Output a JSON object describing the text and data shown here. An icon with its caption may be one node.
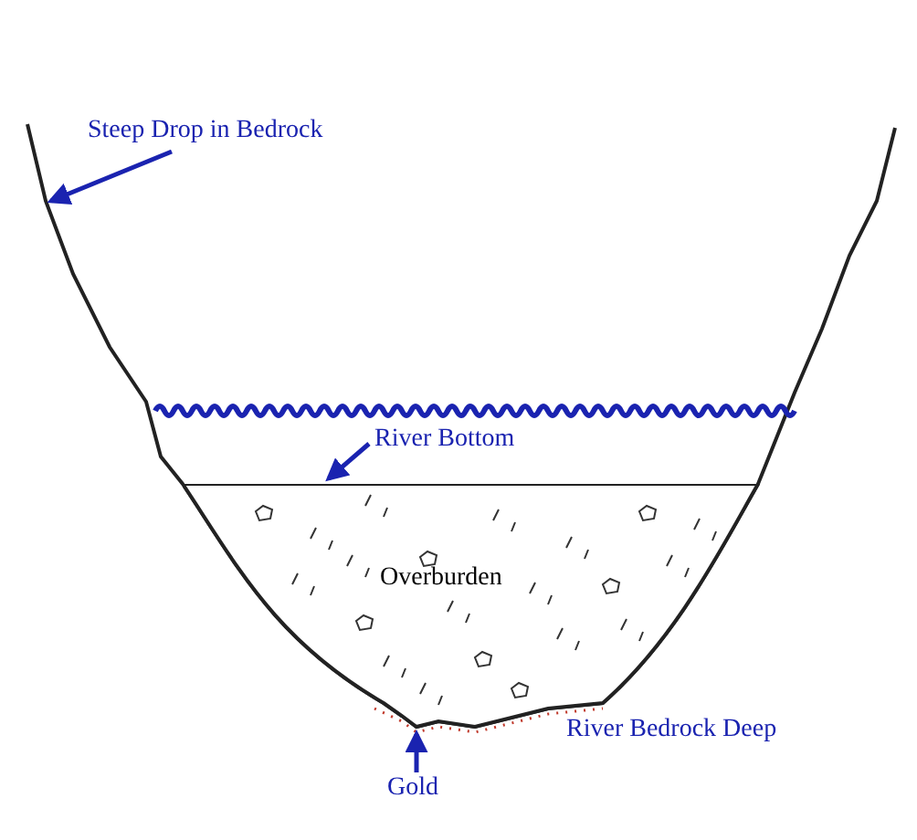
{
  "diagram": {
    "nodes": [
      {
        "text": [
          "Steep Drop in Bedrock"
        ]
      },
      {
        "text": [
          "River Bottom"
        ]
      },
      {
        "text": [
          "Overburden"
        ]
      },
      {
        "text": [
          "Gold"
        ]
      }
    ],
    "edges": [
      {
        "from": 0,
        "to": null,
        "arrow": "to"
      },
      {
        "from": 1,
        "to": 2,
        "arrow": "to"
      },
      {
        "from": 3,
        "to": null,
        "arrow": "to"
      }
    ],
    "labels": [
      "River Bedrock Deep"
    ]
  }
}
